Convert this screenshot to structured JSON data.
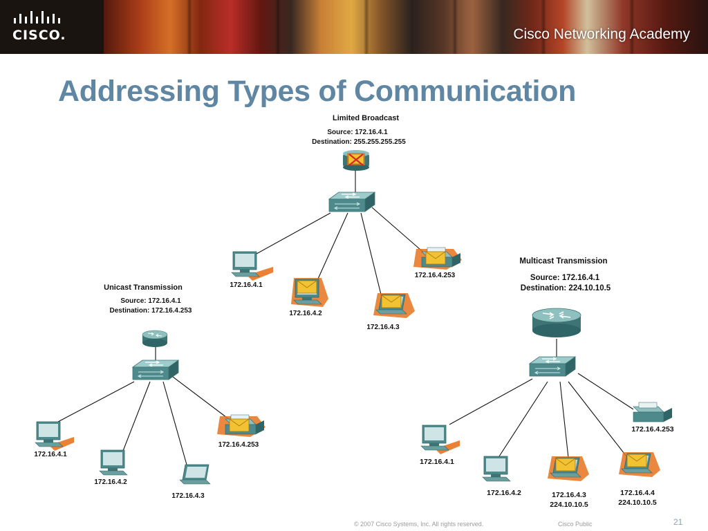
{
  "brand": {
    "logo_text": "CISCO.",
    "academy": "Cisco Networking Academy"
  },
  "slide": {
    "title": "Addressing Types of Communication",
    "page_number": "21"
  },
  "footer": {
    "copyright": "© 2007 Cisco Systems, Inc. All rights reserved.",
    "classification": "Cisco Public"
  },
  "colors": {
    "title": "#5f86a3",
    "device_body": "#4e8a8c",
    "envelope": "#f2c233",
    "envelope_glow": "#e8731f",
    "blocked": "#d8261c"
  },
  "diagrams": {
    "broadcast": {
      "title": "Limited Broadcast",
      "source": "Source: 172.16.4.1",
      "destination": "Destination: 255.255.255.255",
      "hosts": [
        "172.16.4.1",
        "172.16.4.2",
        "172.16.4.3",
        "172.16.4.253"
      ]
    },
    "unicast": {
      "title": "Unicast Transmission",
      "source": "Source: 172.16.4.1",
      "destination": "Destination: 172.16.4.253",
      "hosts": [
        "172.16.4.1",
        "172.16.4.2",
        "172.16.4.3",
        "172.16.4.253"
      ]
    },
    "multicast": {
      "title": "Multicast Transmission",
      "source": "Source: 172.16.4.1",
      "destination": "Destination: 224.10.10.5",
      "hosts": [
        "172.16.4.1",
        "172.16.4.2",
        "172.16.4.3",
        "172.16.4.4",
        "172.16.4.253"
      ],
      "group_address": "224.10.10.5"
    }
  }
}
